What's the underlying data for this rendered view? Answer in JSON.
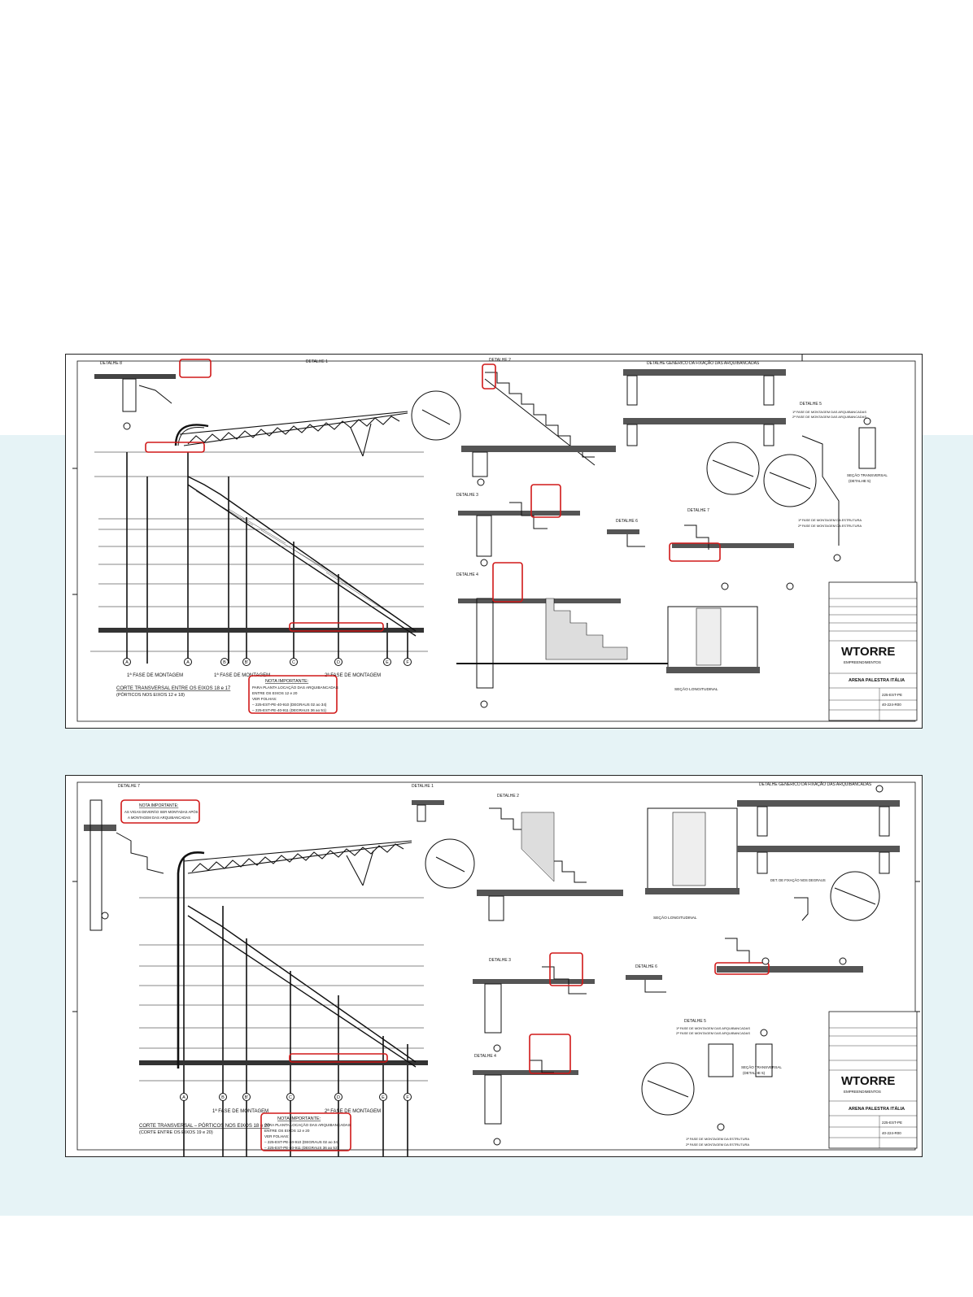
{
  "sheet_top": {
    "detail_labels": [
      "DETALHE 8",
      "DETALHE 1",
      "DETALHE 2",
      "DETALHE 3",
      "DETALHE 4",
      "DETALHE 5",
      "DETALHE 6",
      "DETALHE 7"
    ],
    "generic_detail": "DETALHE GENÉRICO DA FIXAÇÃO DAS ARQUIBANCADAS",
    "phase_1": "1ª FASE DE MONTAGEM",
    "phase_2": "2ª FASE DE MONTAGEM",
    "section_title": "CORTE TRANSVERSAL ENTRE OS EIXOS 18 e 17",
    "section_sub": "(PÓRTICOS NOS EIXOS 12 e 18)",
    "note_title": "NOTA IMPORTANTE:",
    "note_lines": [
      "PARA PLANTA LOCAÇÃO DAS ARQUIBANCADAS",
      "ENTRE OS EIXOS 12 e 20",
      "VER FOLHAS:",
      "– 225-EST-PE-40-910 (DEGRAUS 02 ao 34)",
      "– 225-EST-PE-40-911 (DEGRAUS 36 ao 51)"
    ],
    "transverse_label": "SEÇÃO TRANSVERSAL",
    "transverse_sub": "(DETALHE 5)",
    "longitudinal_label": "SEÇÃO LONGITUDINAL",
    "phase_small_1": "1ª FASE DE MONTAGEM DAS ARQUIBANCADAS",
    "phase_small_2": "2ª FASE DE MONTAGEM DAS ARQUIBANCADAS",
    "phase_struct_1": "1ª FASE DE MONTAGEM DA ESTRUTURA",
    "phase_struct_2": "2ª FASE DE MONTAGEM DA ESTRUTURA",
    "axes": [
      "A",
      "A",
      "B",
      "B'",
      "C",
      "D",
      "E",
      "F"
    ],
    "logo": "WTORRE",
    "logo_sub": "EMPREENDIMENTOS",
    "client": "ARENA PALESTRA ITÁLIA",
    "doc_no": "225-EST-PE",
    "sheet_no": "40-224-R00"
  },
  "sheet_bottom": {
    "detail_labels": [
      "DETALHE 7",
      "DETALHE 1",
      "DETALHE 2",
      "DETALHE 3",
      "DETALHE 4",
      "DETALHE 5",
      "DETALHE 6"
    ],
    "generic_detail": "DETALHE GENÉRICO DA FIXAÇÃO DAS ARQUIBANCADAS",
    "phase_1": "1ª FASE DE MONTAGEM",
    "phase_2": "2ª FASE DE MONTAGEM",
    "section_title": "CORTE TRANSVERSAL – PÓRTICOS NOS EIXOS 18 e 20",
    "section_sub": "(CORTE ENTRE OS EIXOS 19 e 20)",
    "note_title": "NOTA IMPORTANTE:",
    "note_lines": [
      "PARA PLANTA LOCAÇÃO DAS ARQUIBANCADAS",
      "ENTRE OS EIXOS 12 e 20",
      "VER FOLHAS:",
      "– 225-EST-PE-40-910 (DEGRAUS 02 ao 34)",
      "– 225-EST-PE-40-911 (DEGRAUS 36 ao 53)"
    ],
    "top_note_title": "NOTA IMPORTANTE:",
    "top_note_lines": [
      "AS VIGAS DEVERÃO SER MONTADAS APÓS",
      "A MONTAGEM DAS ARQUIBANCADAS"
    ],
    "transverse_label": "SEÇÃO TRANSVERSAL",
    "transverse_sub": "(DETALHE 5)",
    "longitudinal_label": "SEÇÃO LONGITUDINAL",
    "fixing_label": "DET. DE FIXAÇÃO NOS DEGRAUS",
    "phase_small_1": "1ª FASE DE MONTAGEM DAS ARQUIBANCADAS",
    "phase_small_2": "2ª FASE DE MONTAGEM DAS ARQUIBANCADAS",
    "phase_struct_1": "1ª FASE DE MONTAGEM DA ESTRUTURA",
    "phase_struct_2": "2ª FASE DE MONTAGEM DA ESTRUTURA",
    "axes": [
      "A",
      "B",
      "B'",
      "C",
      "D",
      "E",
      "F"
    ],
    "logo": "WTORRE",
    "logo_sub": "EMPREENDIMENTOS",
    "client": "ARENA PALESTRA ITÁLIA",
    "doc_no": "225-EST-PE",
    "sheet_no": "40-224-R00"
  },
  "colors": {
    "band": "#e6f3f6",
    "markup_red": "#d01818",
    "ink": "#111111"
  }
}
